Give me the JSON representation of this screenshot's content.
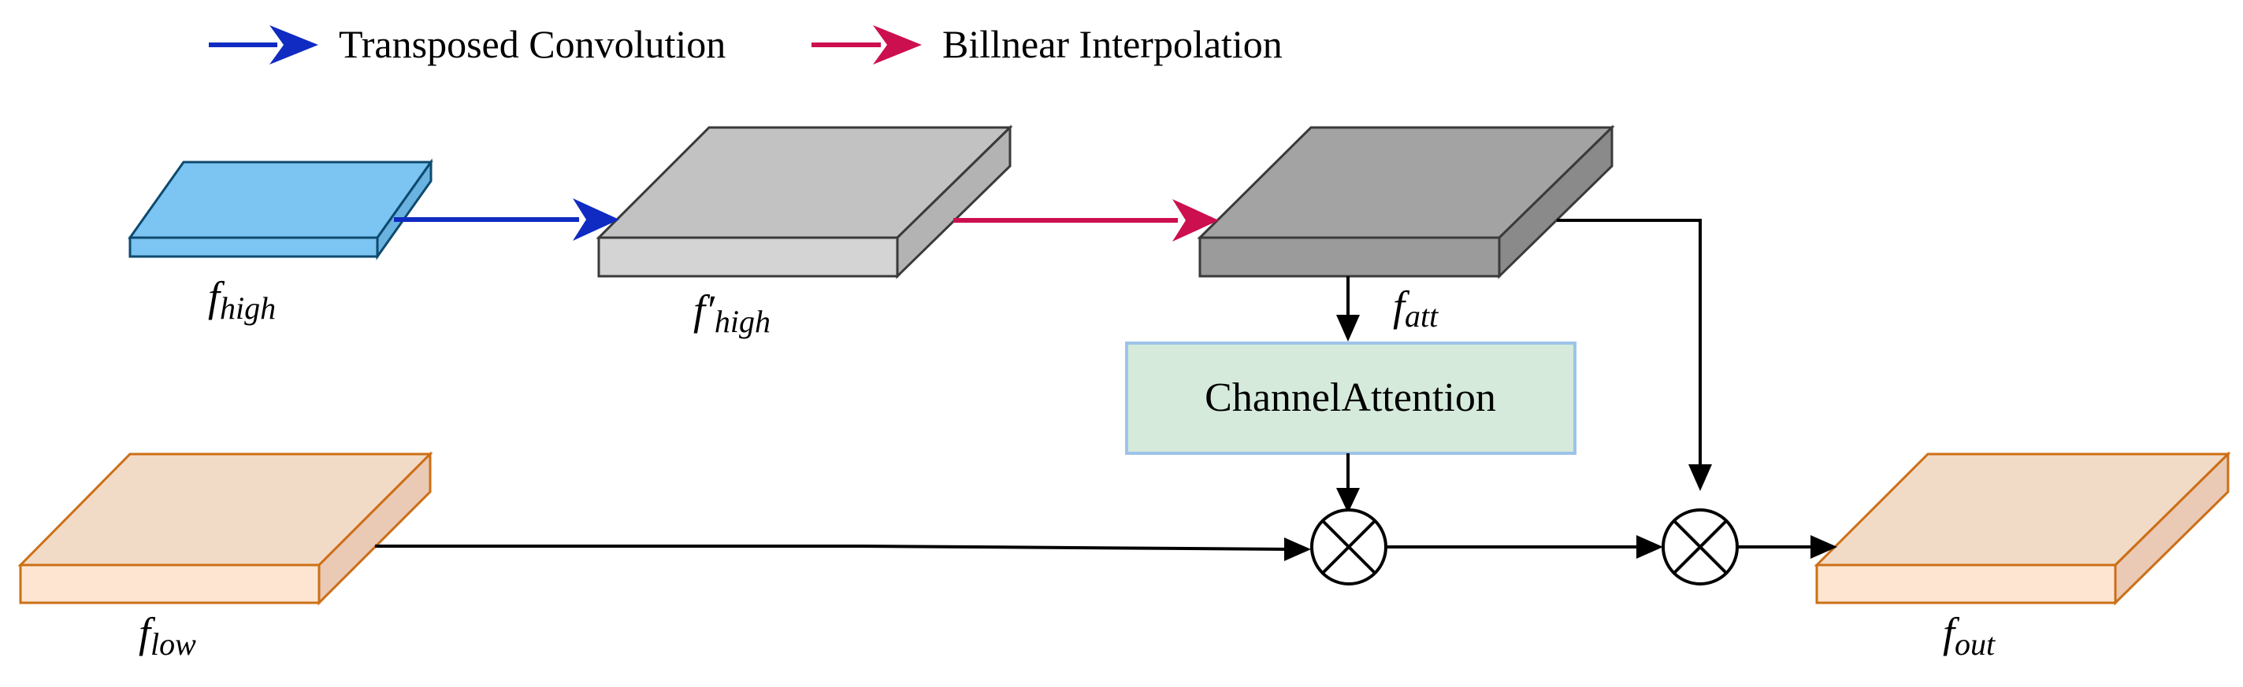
{
  "legend": {
    "transposed": {
      "label": "Transposed Convolution",
      "color": "#0f2bc2"
    },
    "bilinear": {
      "label": "Billnear Interpolation",
      "color": "#cc0f4e"
    }
  },
  "blocks": {
    "f_high": {
      "base": "f",
      "sub": "high",
      "prime": "",
      "fill": "#7cc4f2",
      "stroke": "#0e4a6e"
    },
    "f_high_prime": {
      "base": "f",
      "sub": "high",
      "prime": "′",
      "fill": "#c2c2c2",
      "stroke": "#3a3a3a"
    },
    "f_att": {
      "base": "f",
      "sub": "att",
      "prime": "",
      "fill": "#a3a3a3",
      "stroke": "#3a3a3a"
    },
    "f_low": {
      "base": "f",
      "sub": "low",
      "prime": "",
      "fill": "#f2dbc6",
      "stroke": "#cc6f16"
    },
    "f_out": {
      "base": "f",
      "sub": "out",
      "prime": "",
      "fill": "#f2dbc6",
      "stroke": "#cc6f16"
    }
  },
  "channel_attention": {
    "label": "ChannelAttention",
    "fill": "#d5eadb",
    "stroke": "#9ec3ea"
  },
  "operators": {
    "multiply_symbol": "⊗"
  }
}
